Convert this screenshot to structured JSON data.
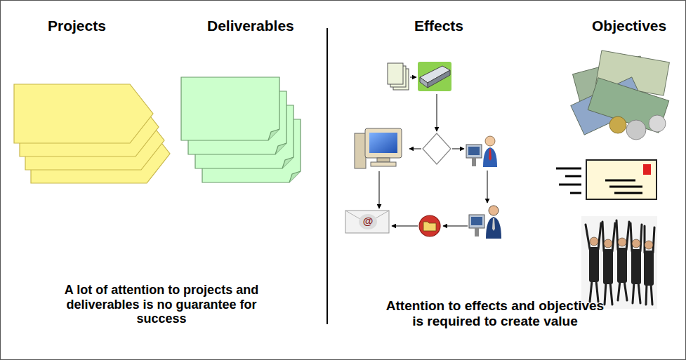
{
  "diagram": {
    "labels": [
      "Projects",
      "Deliverables",
      "Effects",
      "Objectives",
      "@",
      "A lot of attention to projects and deliverables is no guarantee for success",
      "Attention to effects and objectives is required to create value"
    ]
  }
}
